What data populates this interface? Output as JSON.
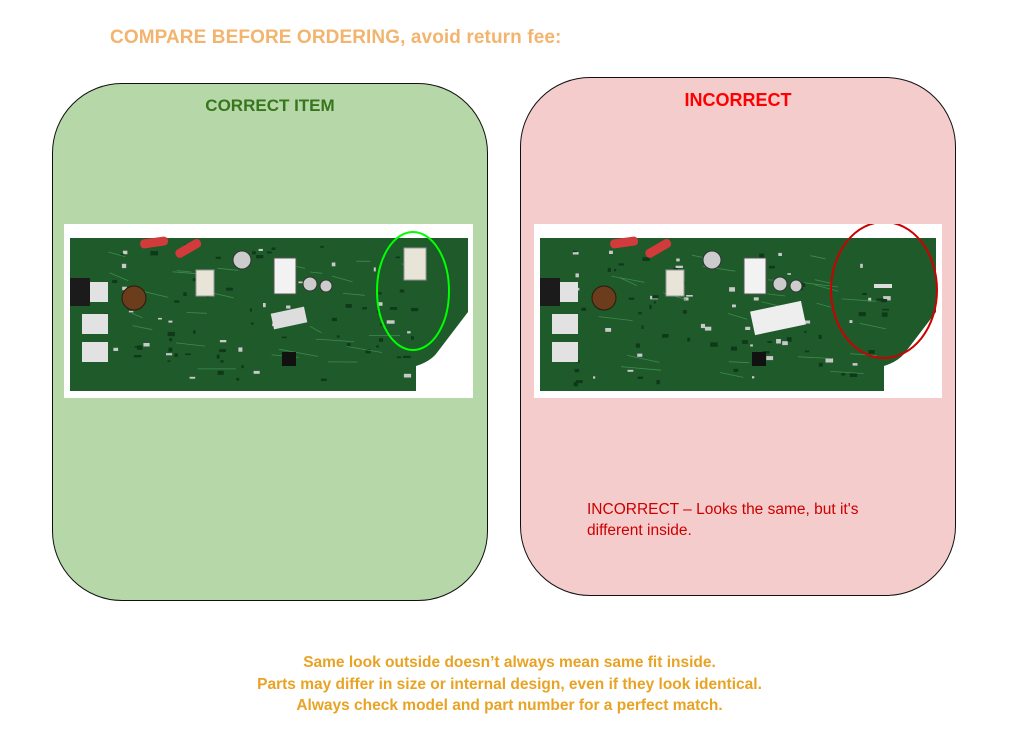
{
  "heading": "COMPARE BEFORE ORDERING, avoid return fee:",
  "correct_panel": {
    "title": "CORRECT ITEM"
  },
  "incorrect_panel": {
    "title": "INCORRECT",
    "note": "INCORRECT – Looks the same, but it's different inside."
  },
  "footer": {
    "lines": [
      "Same look outside doesn’t always mean same fit inside.",
      "Parts may differ in size or internal design, even if they look identical.",
      "Always check model and part number for a perfect match."
    ]
  },
  "colors": {
    "heading": "#f2b46e",
    "footer": "#e9a324",
    "correct_panel_bg": "#b6d7a8",
    "incorrect_panel_bg": "#f4cccc",
    "correct_title": "#38761d",
    "incorrect_title": "#ff0000",
    "note_text": "#cc0000",
    "pcb": "#1f5a2b",
    "highlight_correct": "#00ff00",
    "highlight_incorrect": "#cc0000"
  },
  "icons": {
    "correct_board": "circuit-board-photo",
    "incorrect_board": "circuit-board-photo",
    "correct_marker": "ellipse-highlight",
    "incorrect_marker": "ellipse-highlight"
  }
}
